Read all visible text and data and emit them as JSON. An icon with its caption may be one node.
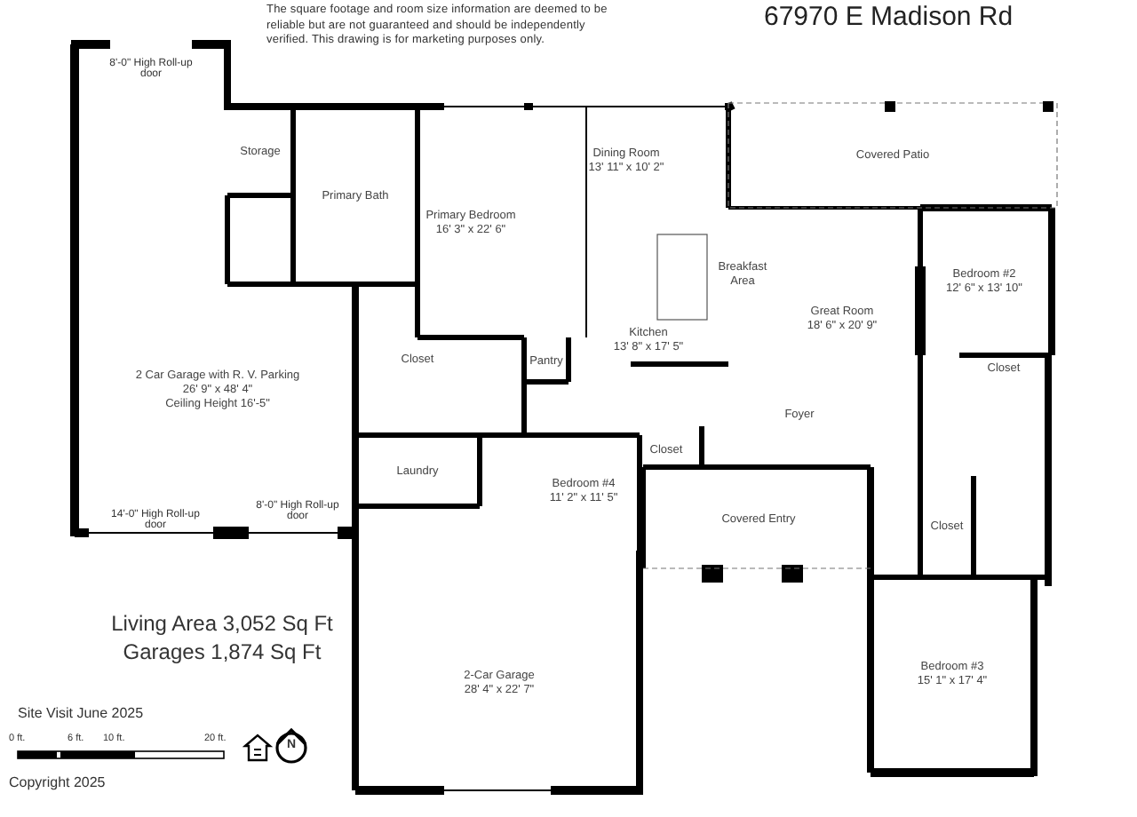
{
  "diagram": {
    "title": "67970 E Madison Rd",
    "nodes": [
      {
        "text": [
          "Storage"
        ]
      },
      {
        "text": [
          "Primary Bath"
        ]
      },
      {
        "text": [
          "Primary Bedroom",
          "16' 3\" x 22' 6\""
        ]
      },
      {
        "text": [
          "Dining Room",
          "13' 11\" x 10' 2\""
        ]
      },
      {
        "text": [
          "Covered Patio"
        ]
      },
      {
        "text": [
          "Breakfast Area"
        ]
      },
      {
        "text": [
          "Bedroom #2",
          "12' 6\" x 13' 10\""
        ]
      },
      {
        "text": [
          "Great Room",
          "18' 6\" x 20' 9\""
        ]
      },
      {
        "text": [
          "2 Car Garage with R. V. Parking",
          "26' 9\" x 48' 4\"",
          "Ceiling Height 16'-5\""
        ]
      },
      {
        "text": [
          "Closet"
        ]
      },
      {
        "text": [
          "Pantry"
        ]
      },
      {
        "text": [
          "Kitchen",
          "13' 8\" x 17' 5\""
        ]
      },
      {
        "text": [
          "Closet"
        ]
      },
      {
        "text": [
          "Foyer"
        ]
      },
      {
        "text": [
          "Laundry"
        ]
      },
      {
        "text": [
          "Closet"
        ]
      },
      {
        "text": [
          "Bedroom #4",
          "11' 2\" x 11' 5\""
        ]
      },
      {
        "text": [
          "Covered Entry"
        ]
      },
      {
        "text": [
          "Closet"
        ]
      },
      {
        "text": [
          "2-Car Garage",
          "28' 4\" x 22' 7\""
        ]
      },
      {
        "text": [
          "Bedroom #3",
          "15' 1\" x 17' 4\""
        ]
      }
    ],
    "labels": [
      "The square footage and room size information are deemed to be reliable but are not guaranteed and should be independently verified. This drawing is for marketing purposes only.",
      "8'-0\" High Roll-up door",
      "14'-0\" High Roll-up door",
      "8'-0\" High Roll-up door",
      "Living Area 3,052 Sq Ft",
      "Garages 1,874 Sq Ft",
      "Site Visit June 2025",
      "0 ft.",
      "6 ft.",
      "10 ft.",
      "20 ft.",
      "N",
      "Copyright 2025"
    ]
  }
}
